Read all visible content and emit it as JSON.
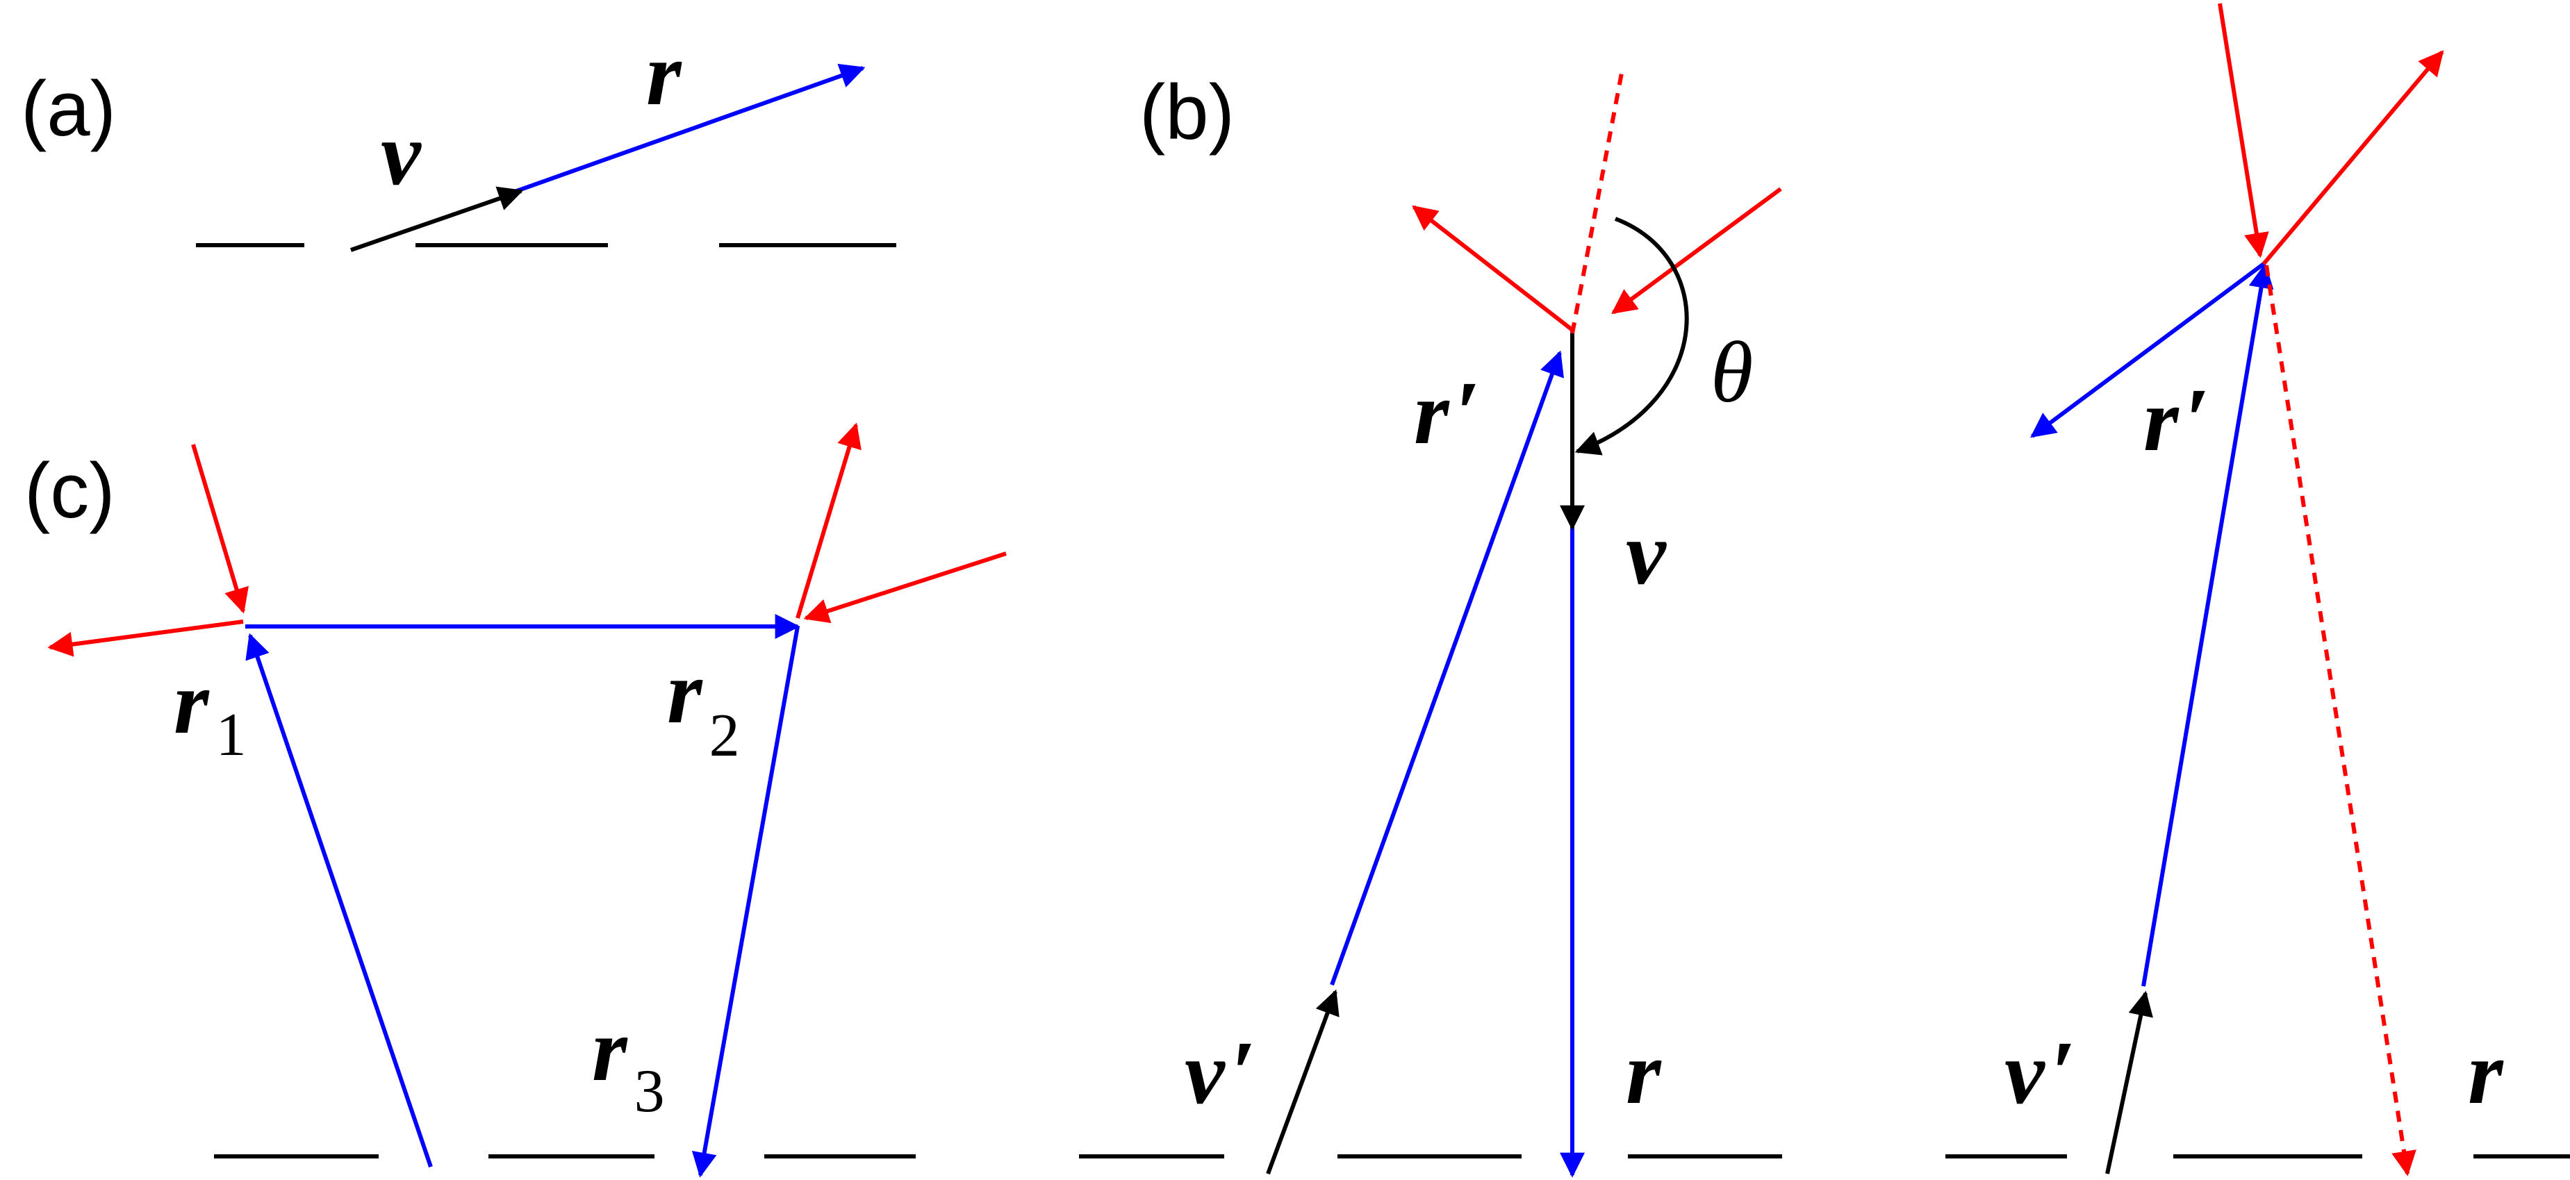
{
  "panels": {
    "a": {
      "label": "(a)",
      "r": "r",
      "v": "v"
    },
    "b": {
      "label": "(b)",
      "r_prime": "r",
      "r_prime_mark": "′",
      "v": "v",
      "theta": "θ",
      "v_prime": "v",
      "v_prime_mark": "′",
      "r": "r"
    },
    "b2": {
      "r_prime": "r",
      "r_prime_mark": "′",
      "v_prime": "v",
      "v_prime_mark": "′",
      "r": "r"
    },
    "c": {
      "label": "(c)",
      "r1": "r",
      "r1_sub": "1",
      "r2": "r",
      "r2_sub": "2",
      "r3": "r",
      "r3_sub": "3"
    }
  },
  "colors": {
    "black": "#000000",
    "blue": "#0000ff",
    "red": "#ff0000",
    "background": "#ffffff"
  }
}
